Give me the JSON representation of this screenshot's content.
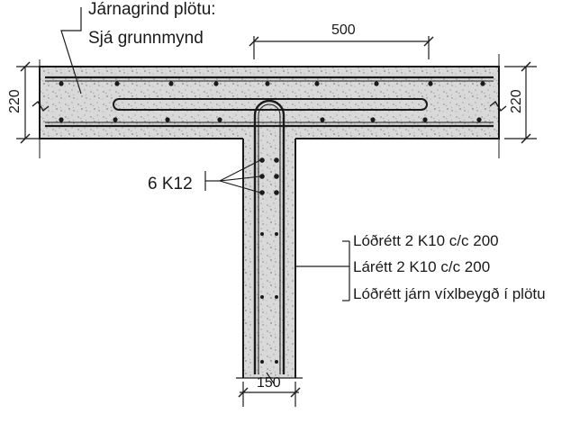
{
  "notes": {
    "slab_rebar_title": "Járnagrind plötu:",
    "slab_rebar_ref": "Sjá grunnmynd",
    "bars_label": "6 K12",
    "wall_vertical": "Lóðrétt 2 K10 c/c 200",
    "wall_horizontal": "Lárétt 2 K10 c/c 200",
    "wall_bent": "Lóðrétt járn víxlbeygð í plötu"
  },
  "dimensions": {
    "slab_thickness_left": "220",
    "slab_thickness_right": "220",
    "anchorage_length": "500",
    "wall_thickness": "150"
  },
  "colors": {
    "ink": "#1a1a1a",
    "concrete": "#d9d9d9",
    "background": "#ffffff"
  }
}
